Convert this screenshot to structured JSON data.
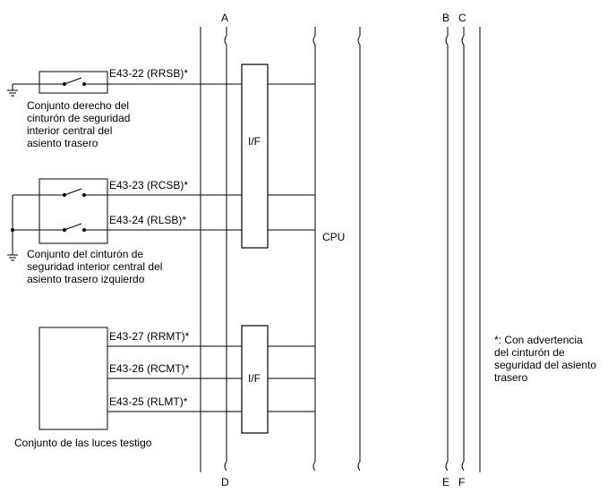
{
  "bus": {
    "left_top": "A",
    "left_bottom": "D",
    "right_top": [
      "B",
      "C"
    ],
    "right_bottom": [
      "E",
      "F"
    ]
  },
  "blocks": {
    "if_top": "I/F",
    "if_bottom": "I/F",
    "cpu": "CPU"
  },
  "pins": {
    "rrsb": "E43-22 (RRSB)*",
    "rcsb": "E43-23 (RCSB)*",
    "rlsb": "E43-24 (RLSB)*",
    "rrmt": "E43-27 (RRMT)*",
    "rcmt": "E43-26 (RCMT)*",
    "rlmt": "E43-25 (RLMT)*"
  },
  "components": {
    "right_belt": [
      "Conjunto derecho del",
      "cinturón de seguridad",
      "interior central del",
      "asiento trasero"
    ],
    "left_belt": [
      "Conjunto del cinturón de",
      "seguridad interior central del",
      "asiento trasero izquierdo"
    ],
    "lamps": "Conjunto de las luces testigo"
  },
  "note": [
    "*: Con advertencia",
    "del cinturón de",
    "seguridad del asiento",
    "trasero"
  ]
}
